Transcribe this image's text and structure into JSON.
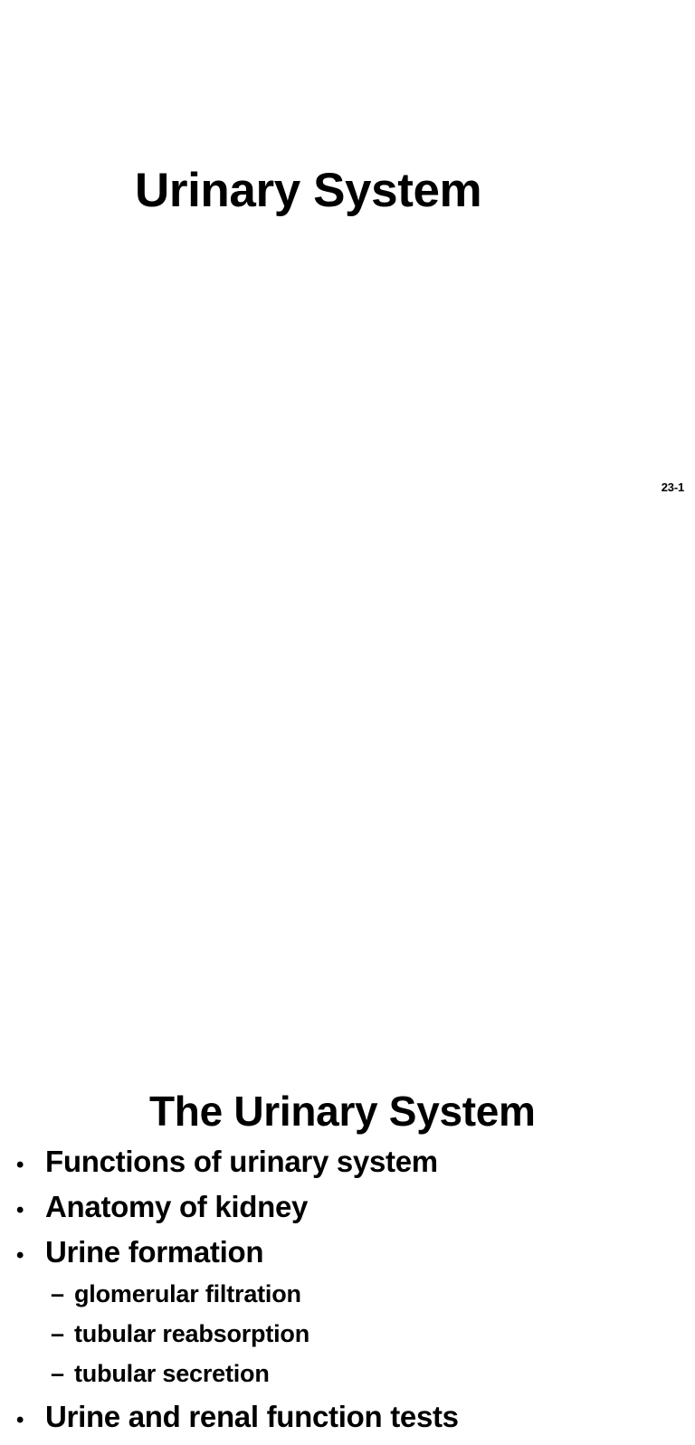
{
  "document": {
    "background_color": "#ffffff",
    "text_color": "#000000"
  },
  "slide_one": {
    "title": "Urinary System",
    "page_marker": "23-1"
  },
  "slide_two": {
    "heading": "The Urinary System",
    "bullet_marker": "•",
    "sub_bullet_marker": "–",
    "outline": [
      {
        "level": 1,
        "text": "Functions of urinary system"
      },
      {
        "level": 1,
        "text": "Anatomy of kidney"
      },
      {
        "level": 1,
        "text": "Urine formation"
      },
      {
        "level": 2,
        "text": "glomerular filtration"
      },
      {
        "level": 2,
        "text": "tubular reabsorption"
      },
      {
        "level": 2,
        "text": "tubular secretion"
      },
      {
        "level": 1,
        "text": "Urine and renal function tests"
      }
    ]
  }
}
